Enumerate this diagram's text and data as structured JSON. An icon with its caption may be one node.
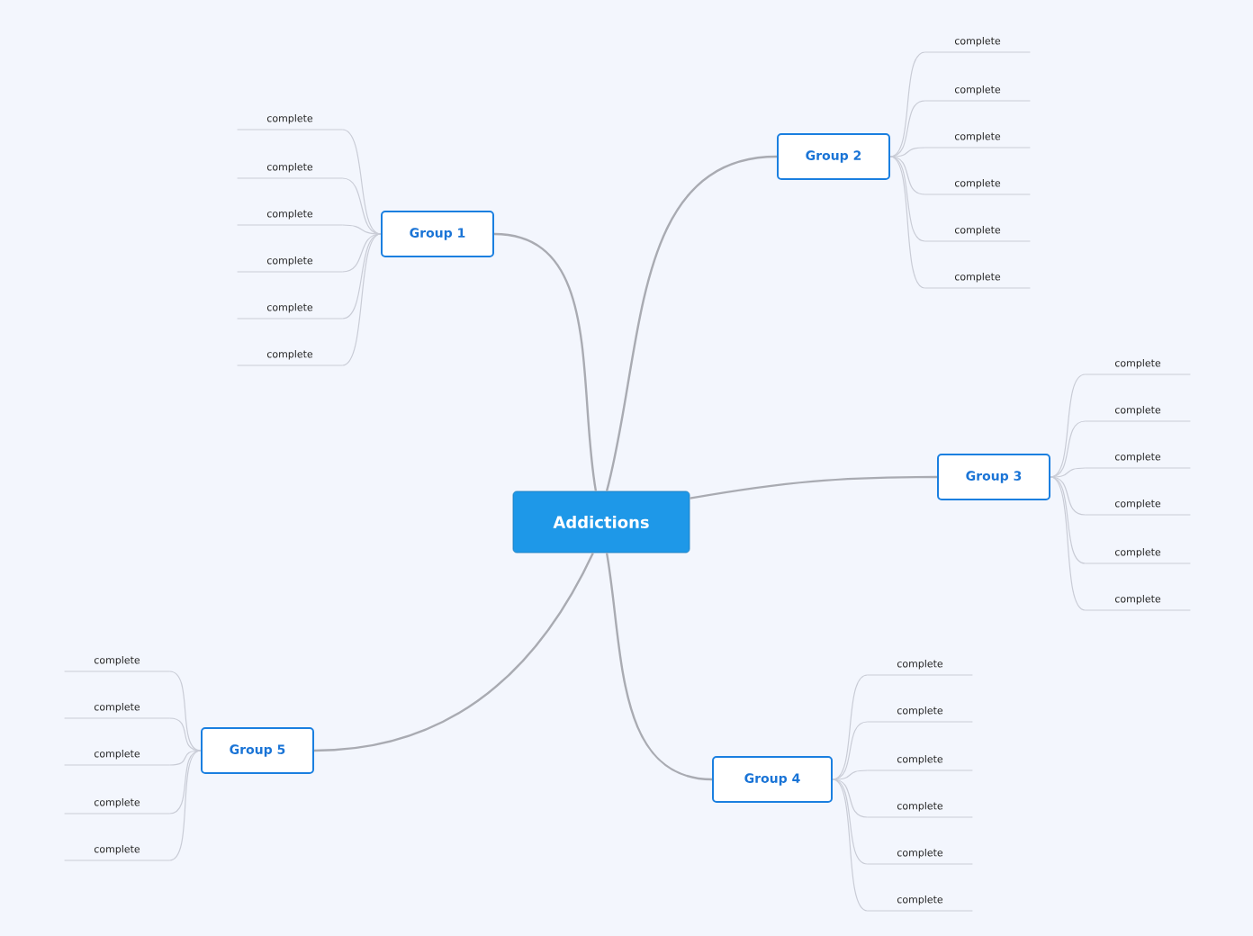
{
  "diagram": {
    "nodes": [
      {
        "text": [
          "Addictions"
        ]
      },
      {
        "text": [
          "Group 1"
        ]
      },
      {
        "text": [
          "complete"
        ]
      },
      {
        "text": [
          "complete"
        ]
      },
      {
        "text": [
          "complete"
        ]
      },
      {
        "text": [
          "complete"
        ]
      },
      {
        "text": [
          "complete"
        ]
      },
      {
        "text": [
          "complete"
        ]
      },
      {
        "text": [
          "Group 2"
        ]
      },
      {
        "text": [
          "complete"
        ]
      },
      {
        "text": [
          "complete"
        ]
      },
      {
        "text": [
          "complete"
        ]
      },
      {
        "text": [
          "complete"
        ]
      },
      {
        "text": [
          "complete"
        ]
      },
      {
        "text": [
          "complete"
        ]
      },
      {
        "text": [
          "Group 3"
        ]
      },
      {
        "text": [
          "complete"
        ]
      },
      {
        "text": [
          "complete"
        ]
      },
      {
        "text": [
          "complete"
        ]
      },
      {
        "text": [
          "complete"
        ]
      },
      {
        "text": [
          "complete"
        ]
      },
      {
        "text": [
          "complete"
        ]
      },
      {
        "text": [
          "Group  4"
        ]
      },
      {
        "text": [
          "complete"
        ]
      },
      {
        "text": [
          "complete"
        ]
      },
      {
        "text": [
          "complete"
        ]
      },
      {
        "text": [
          "complete"
        ]
      },
      {
        "text": [
          "complete"
        ]
      },
      {
        "text": [
          "complete"
        ]
      },
      {
        "text": [
          "Group 5"
        ]
      },
      {
        "text": [
          "complete"
        ]
      },
      {
        "text": [
          "complete"
        ]
      },
      {
        "text": [
          "complete"
        ]
      },
      {
        "text": [
          "complete"
        ]
      },
      {
        "text": [
          "complete"
        ]
      }
    ],
    "edges": [
      {
        "from": 0,
        "to": 1,
        "arrow": "none",
        "color": "#a9abb2"
      },
      {
        "from": 0,
        "to": 8,
        "arrow": "none",
        "color": "#a9abb2"
      },
      {
        "from": 0,
        "to": 15,
        "arrow": "none",
        "color": "#a9abb2"
      },
      {
        "from": 0,
        "to": 22,
        "arrow": "none",
        "color": "#a9abb2"
      },
      {
        "from": 0,
        "to": 29,
        "arrow": "none",
        "color": "#a9abb2"
      },
      {
        "from": 1,
        "to": 2,
        "arrow": "none"
      },
      {
        "from": 1,
        "to": 3,
        "arrow": "none"
      },
      {
        "from": 1,
        "to": 4,
        "arrow": "none"
      },
      {
        "from": 1,
        "to": 5,
        "arrow": "none"
      },
      {
        "from": 1,
        "to": 6,
        "arrow": "none"
      },
      {
        "from": 1,
        "to": 7,
        "arrow": "none"
      },
      {
        "from": 8,
        "to": 9,
        "arrow": "none"
      },
      {
        "from": 8,
        "to": 10,
        "arrow": "none"
      },
      {
        "from": 8,
        "to": 11,
        "arrow": "none"
      },
      {
        "from": 8,
        "to": 12,
        "arrow": "none"
      },
      {
        "from": 8,
        "to": 13,
        "arrow": "none"
      },
      {
        "from": 8,
        "to": 14,
        "arrow": "none"
      },
      {
        "from": 15,
        "to": 16,
        "arrow": "none"
      },
      {
        "from": 15,
        "to": 17,
        "arrow": "none"
      },
      {
        "from": 15,
        "to": 18,
        "arrow": "none"
      },
      {
        "from": 15,
        "to": 19,
        "arrow": "none"
      },
      {
        "from": 15,
        "to": 20,
        "arrow": "none"
      },
      {
        "from": 15,
        "to": 21,
        "arrow": "none"
      },
      {
        "from": 22,
        "to": 23,
        "arrow": "none"
      },
      {
        "from": 22,
        "to": 24,
        "arrow": "none"
      },
      {
        "from": 22,
        "to": 25,
        "arrow": "none"
      },
      {
        "from": 22,
        "to": 26,
        "arrow": "none"
      },
      {
        "from": 22,
        "to": 27,
        "arrow": "none"
      },
      {
        "from": 22,
        "to": 28,
        "arrow": "none"
      },
      {
        "from": 29,
        "to": 30,
        "arrow": "none"
      },
      {
        "from": 29,
        "to": 31,
        "arrow": "none"
      },
      {
        "from": 29,
        "to": 32,
        "arrow": "none"
      },
      {
        "from": 29,
        "to": 33,
        "arrow": "none"
      },
      {
        "from": 29,
        "to": 34,
        "arrow": "none"
      }
    ]
  }
}
